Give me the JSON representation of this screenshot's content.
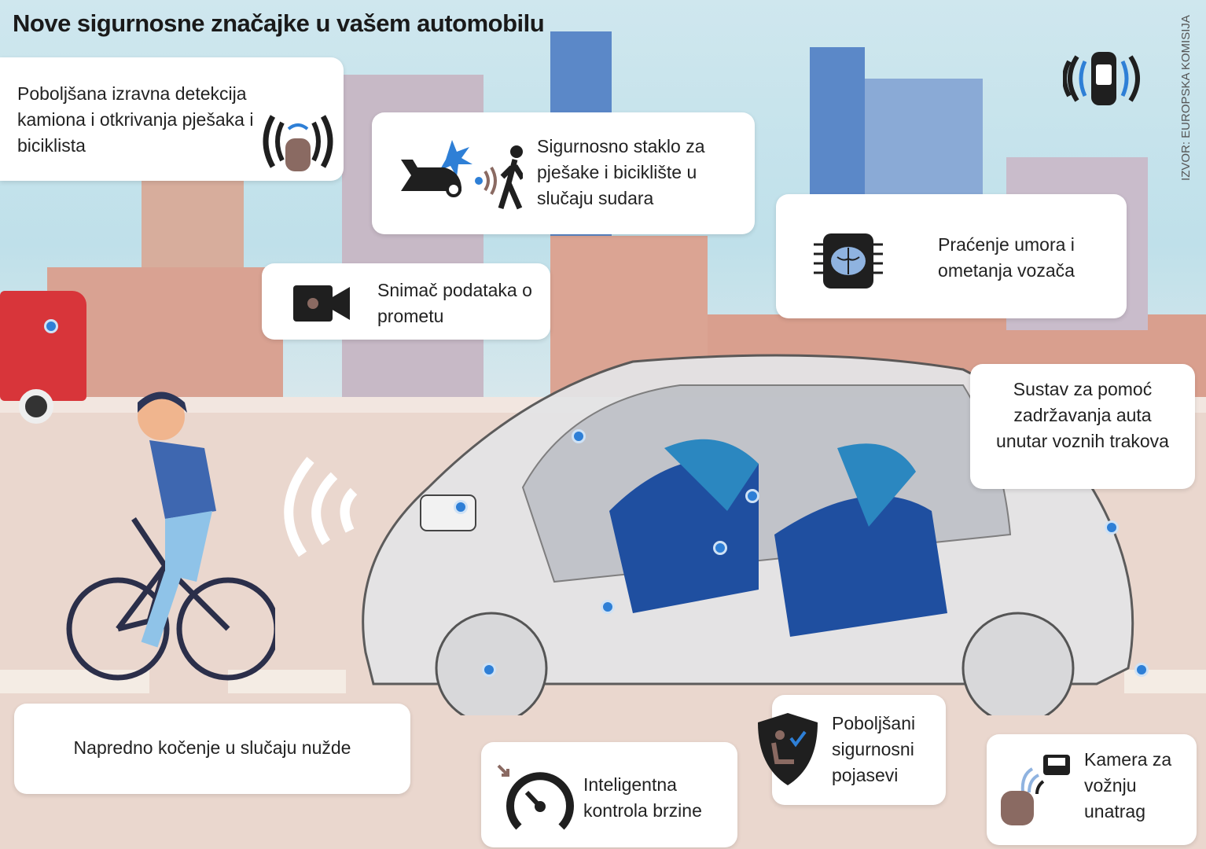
{
  "title": "Nove sigurnosne značajke u vašem automobilu",
  "source": "IZVOR: EUROPSKA KOMISIJA",
  "features": [
    {
      "label": "Poboljšana izravna detekcija kamiona i otkrivanja pješaka i biciklista",
      "icon": "driver-sensor-icon"
    },
    {
      "label": "Sigurnosno staklo za pješake i biciklište u slučaju sudara",
      "icon": "collision-pedestrian-icon"
    },
    {
      "label": "Snimač podataka o prometu",
      "icon": "video-camera-icon"
    },
    {
      "label": "Praćenje umora i ometanja vozača",
      "icon": "brain-chip-icon"
    },
    {
      "label": "Sustav za pomoć zadržavanja auta unutar voznih trakova",
      "icon": "lane-keeping-icon"
    },
    {
      "label": "Napredno kočenje u slučaju nužde",
      "icon": "braking-icon"
    },
    {
      "label": "Inteligentna kontrola brzine",
      "icon": "speedometer-icon"
    },
    {
      "label": "Poboljšani sigurnosni pojasevi",
      "icon": "seatbelt-shield-icon"
    },
    {
      "label": "Kamera za vožnju unatrag",
      "icon": "rear-camera-icon"
    }
  ],
  "colors": {
    "accent": "#2e7fd6",
    "dark": "#1f1f1f",
    "bodyBlue": "#1e4fa0"
  }
}
